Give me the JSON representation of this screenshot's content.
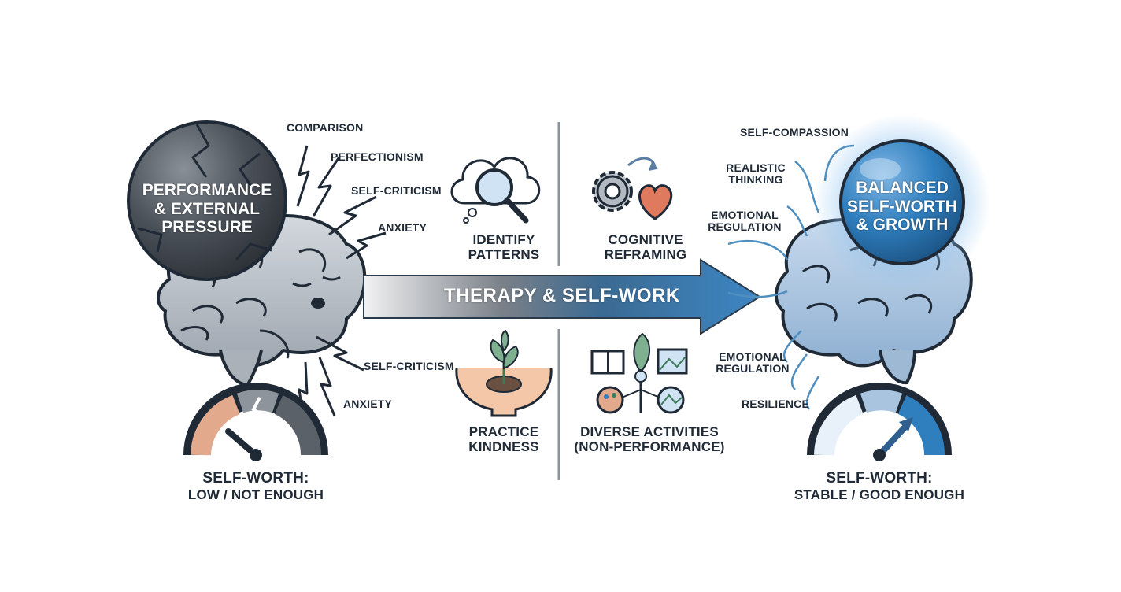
{
  "colors": {
    "dark_sphere": "#4a5058",
    "blue_sphere": "#2f7fbf",
    "arrow_start": "#e8e8e8",
    "arrow_end": "#3d86c3",
    "brain_gray": "#b9c0c8",
    "brain_blue": "#a9c4de",
    "outline": "#1f2a36",
    "heart": "#e07a5f",
    "gauge_low": "#e2a98c",
    "gauge_high": "#2f7fbf"
  },
  "left": {
    "sphere_label": "PERFORMANCE & EXTERNAL PRESSURE",
    "stressors_top": [
      "COMPARISON",
      "PERFECTIONISM",
      "SELF-CRITICISM",
      "ANXIETY"
    ],
    "stressors_bottom": [
      "SELF-CRITICISM",
      "ANXIETY"
    ],
    "gauge_title": "SELF-WORTH:",
    "gauge_value": "LOW / NOT ENOUGH",
    "gauge_level": 0.15
  },
  "center": {
    "arrow_label": "THERAPY & SELF-WORK",
    "steps": [
      {
        "icon": "magnifier-cloud-icon",
        "label": "IDENTIFY PATTERNS"
      },
      {
        "icon": "gear-heart-icon",
        "label": "COGNITIVE REFRAMING"
      },
      {
        "icon": "plant-hands-icon",
        "label": "PRACTICE KINDNESS"
      },
      {
        "icon": "activities-icon",
        "label": "DIVERSE ACTIVITIES (NON-PERFORMANCE)"
      }
    ]
  },
  "right": {
    "sphere_label": "BALANCED SELF-WORTH & GROWTH",
    "supports_top": [
      "SELF-COMPASSION",
      "REALISTIC THINKING",
      "EMOTIONAL REGULATION"
    ],
    "supports_bottom": [
      "EMOTIONAL REGULATION",
      "RESILIENCE"
    ],
    "gauge_title": "SELF-WORTH:",
    "gauge_value": "STABLE / GOOD ENOUGH",
    "gauge_level": 0.85
  }
}
